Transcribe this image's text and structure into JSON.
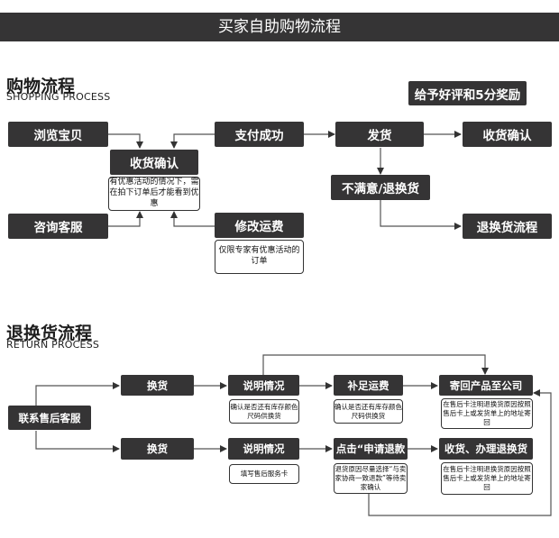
{
  "banner": {
    "title": "买家自助购物流程"
  },
  "shopping": {
    "title": "购物流程",
    "subtitle": "SHOPPING PROCESS",
    "reward_label": "给予好评和5分奖励",
    "nodes": {
      "browse": "浏览宝贝",
      "consult": "咨询客服",
      "confirm": "收货确认",
      "confirm_note": "有优惠活动的情况下，需在拍下订单后才能看到优惠",
      "modify": "修改运费",
      "modify_note": "仅限专家有优惠活动的订单",
      "paid": "支付成功",
      "ship": "发货",
      "receipt": "收货确认",
      "unsatisfied": "不满意/退换货",
      "return_flow": "退换货流程"
    }
  },
  "returns": {
    "title": "退换货流程",
    "subtitle": "RETURN PROCESS",
    "nodes": {
      "contact": "联系售后客服",
      "exchange_1": "换货",
      "exchange_2": "换货",
      "explain_1": "说明情况",
      "explain_1_note": "确认是否还有库存颜色尺码供换货",
      "explain_2": "说明情况",
      "explain_2_note": "填写售后服务卡",
      "pay_freight": "补足运费",
      "pay_freight_note": "确认是否还有库存颜色尺码供换货",
      "apply_refund": "点击“申请退款",
      "apply_refund_note": "退货原因尽量选择“与卖家协商一致退款”等待卖家确认",
      "mail_back": "寄回产品至公司",
      "mail_back_note": "在售后卡注明退换货原因按照售后卡上或发货单上的地址寄回",
      "receive_refund": "收货、办理退换货",
      "receive_refund_note": "在售后卡注明退换货原因按照售后卡上或发货单上的地址寄回"
    }
  }
}
